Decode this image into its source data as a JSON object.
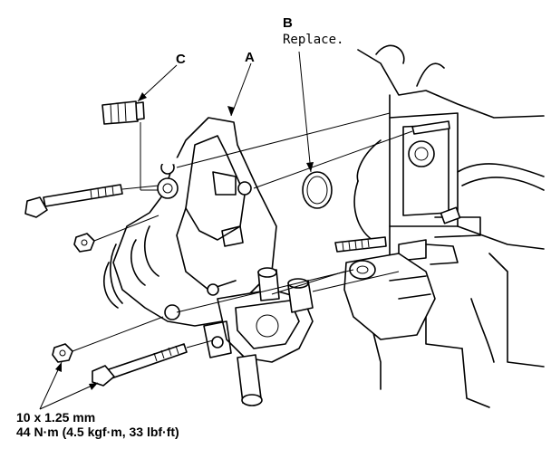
{
  "callouts": {
    "a": "A",
    "b": "B",
    "b_note": "Replace.",
    "c": "C"
  },
  "torque_spec": {
    "bolt_size": "10 x 1.25 mm",
    "torque": "44 N·m (4.5 kgf·m, 33 lbf·ft)"
  }
}
